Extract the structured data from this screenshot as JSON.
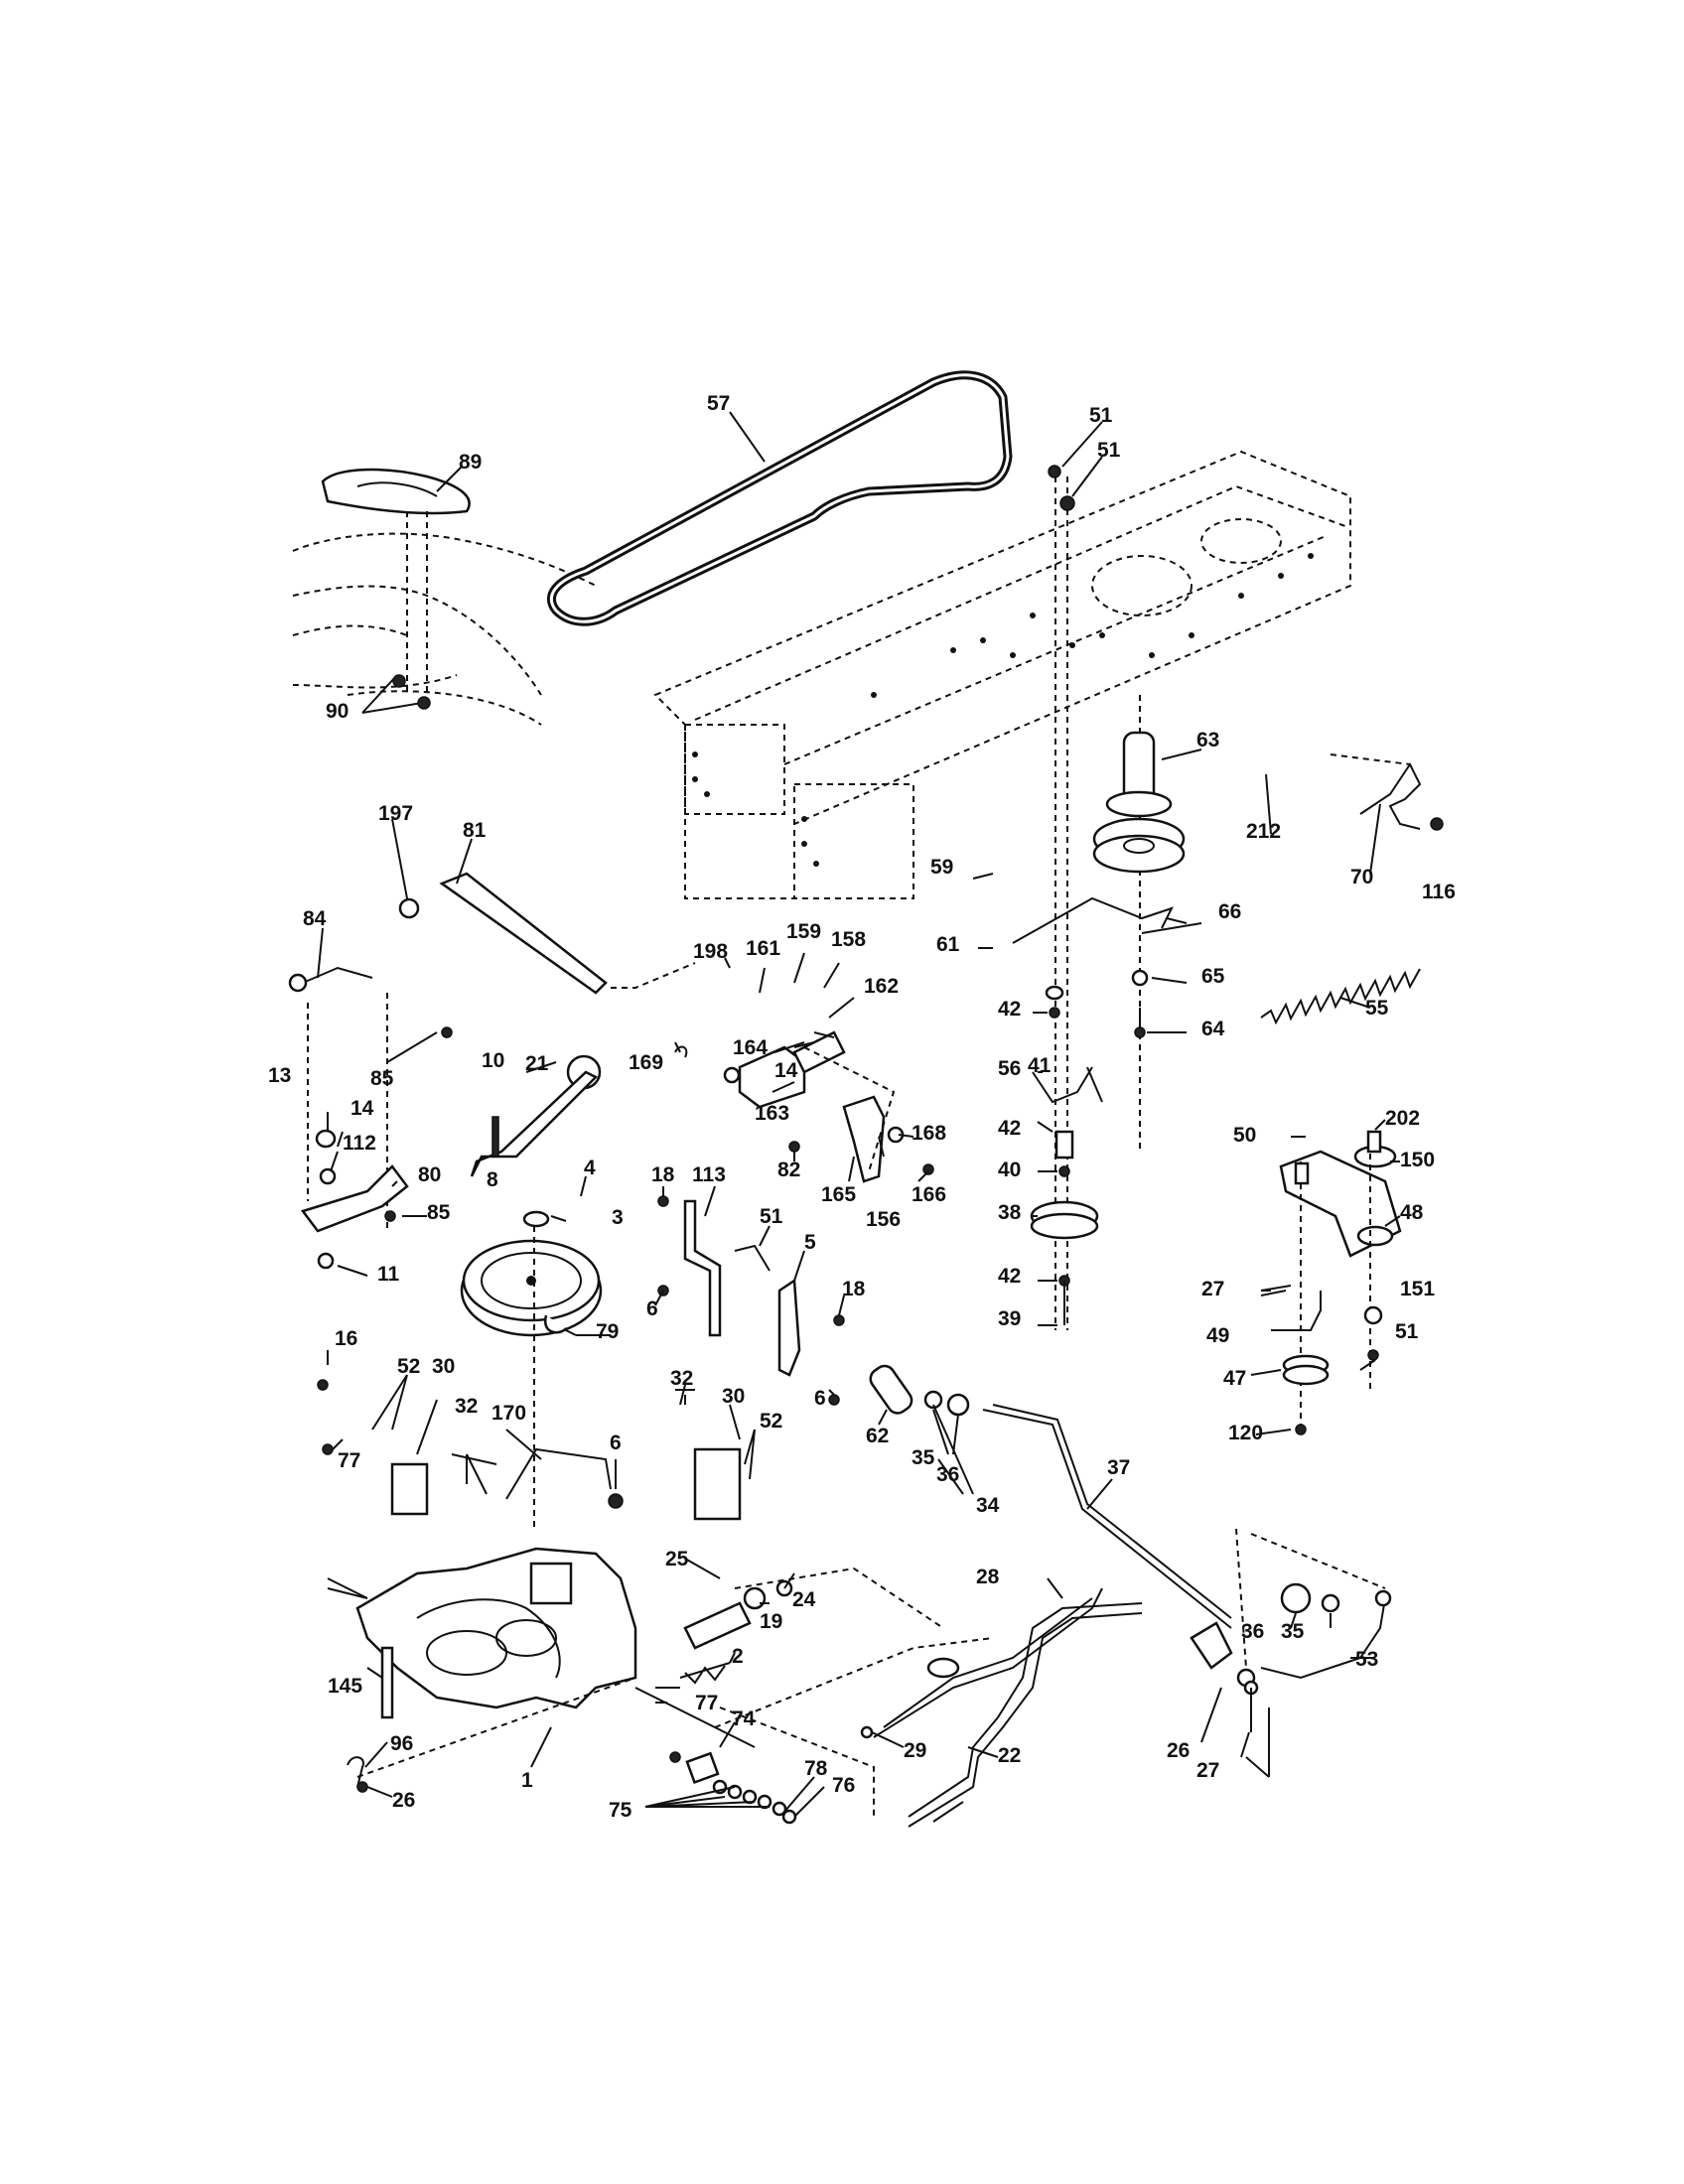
{
  "labels": [
    "1",
    "2",
    "3",
    "4",
    "5",
    "6",
    "8",
    "10",
    "11",
    "13",
    "14",
    "16",
    "18",
    "19",
    "21",
    "22",
    "24",
    "25",
    "26",
    "27",
    "28",
    "29",
    "30",
    "32",
    "34",
    "35",
    "36",
    "37",
    "38",
    "39",
    "40",
    "41",
    "42",
    "47",
    "48",
    "49",
    "50",
    "51",
    "52",
    "53",
    "55",
    "56",
    "57",
    "59",
    "61",
    "62",
    "63",
    "64",
    "65",
    "66",
    "70",
    "74",
    "75",
    "76",
    "77",
    "78",
    "79",
    "80",
    "81",
    "82",
    "84",
    "85",
    "89",
    "90",
    "96",
    "112",
    "113",
    "116",
    "120",
    "145",
    "150",
    "151",
    "156",
    "158",
    "159",
    "161",
    "162",
    "163",
    "164",
    "165",
    "166",
    "168",
    "169",
    "170",
    "197",
    "198",
    "202",
    "212"
  ]
}
